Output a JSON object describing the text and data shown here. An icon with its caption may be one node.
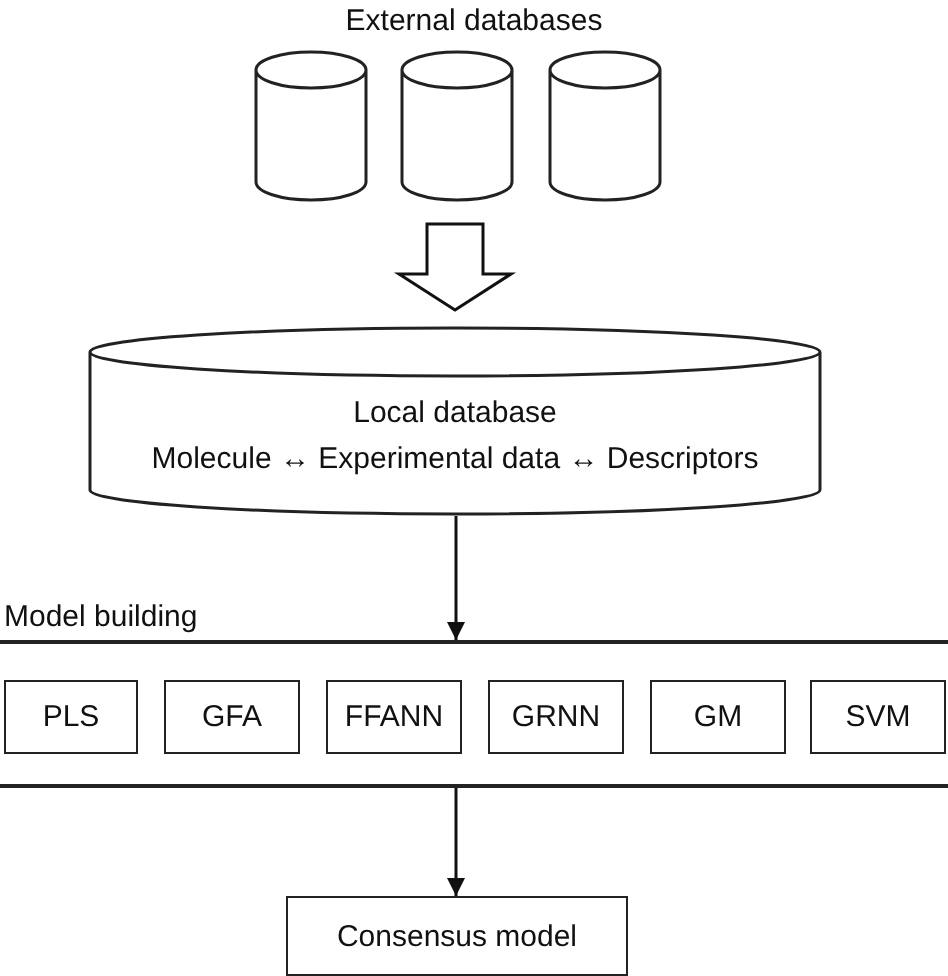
{
  "diagram": {
    "nodes": [
      {
        "text": [],
        "shape": "cylinder"
      },
      {
        "text": [],
        "shape": "cylinder"
      },
      {
        "text": [],
        "shape": "cylinder"
      },
      {
        "text": [
          "Local database",
          "Molecule ↔ Experimental data ↔ Descriptors"
        ]
      },
      {
        "text": [
          "Model building"
        ]
      },
      {
        "text": [
          "PLS"
        ],
        "in": 4
      },
      {
        "text": [
          "GFA"
        ],
        "in": 4
      },
      {
        "text": [
          "FFANN"
        ],
        "in": 4
      },
      {
        "text": [
          "GRNN"
        ],
        "in": 4
      },
      {
        "text": [
          "GM"
        ],
        "in": 4
      },
      {
        "text": [
          "SVM"
        ],
        "in": 4
      },
      {
        "text": [
          "Consensus model"
        ]
      }
    ],
    "edges": [
      {
        "from": 1,
        "to": 3,
        "arrow": "to",
        "style": "thick"
      },
      {
        "from": 3,
        "to": 4,
        "arrow": "to"
      },
      {
        "from": 4,
        "to": 11,
        "arrow": "to"
      }
    ],
    "labels": [
      "External databases"
    ]
  }
}
